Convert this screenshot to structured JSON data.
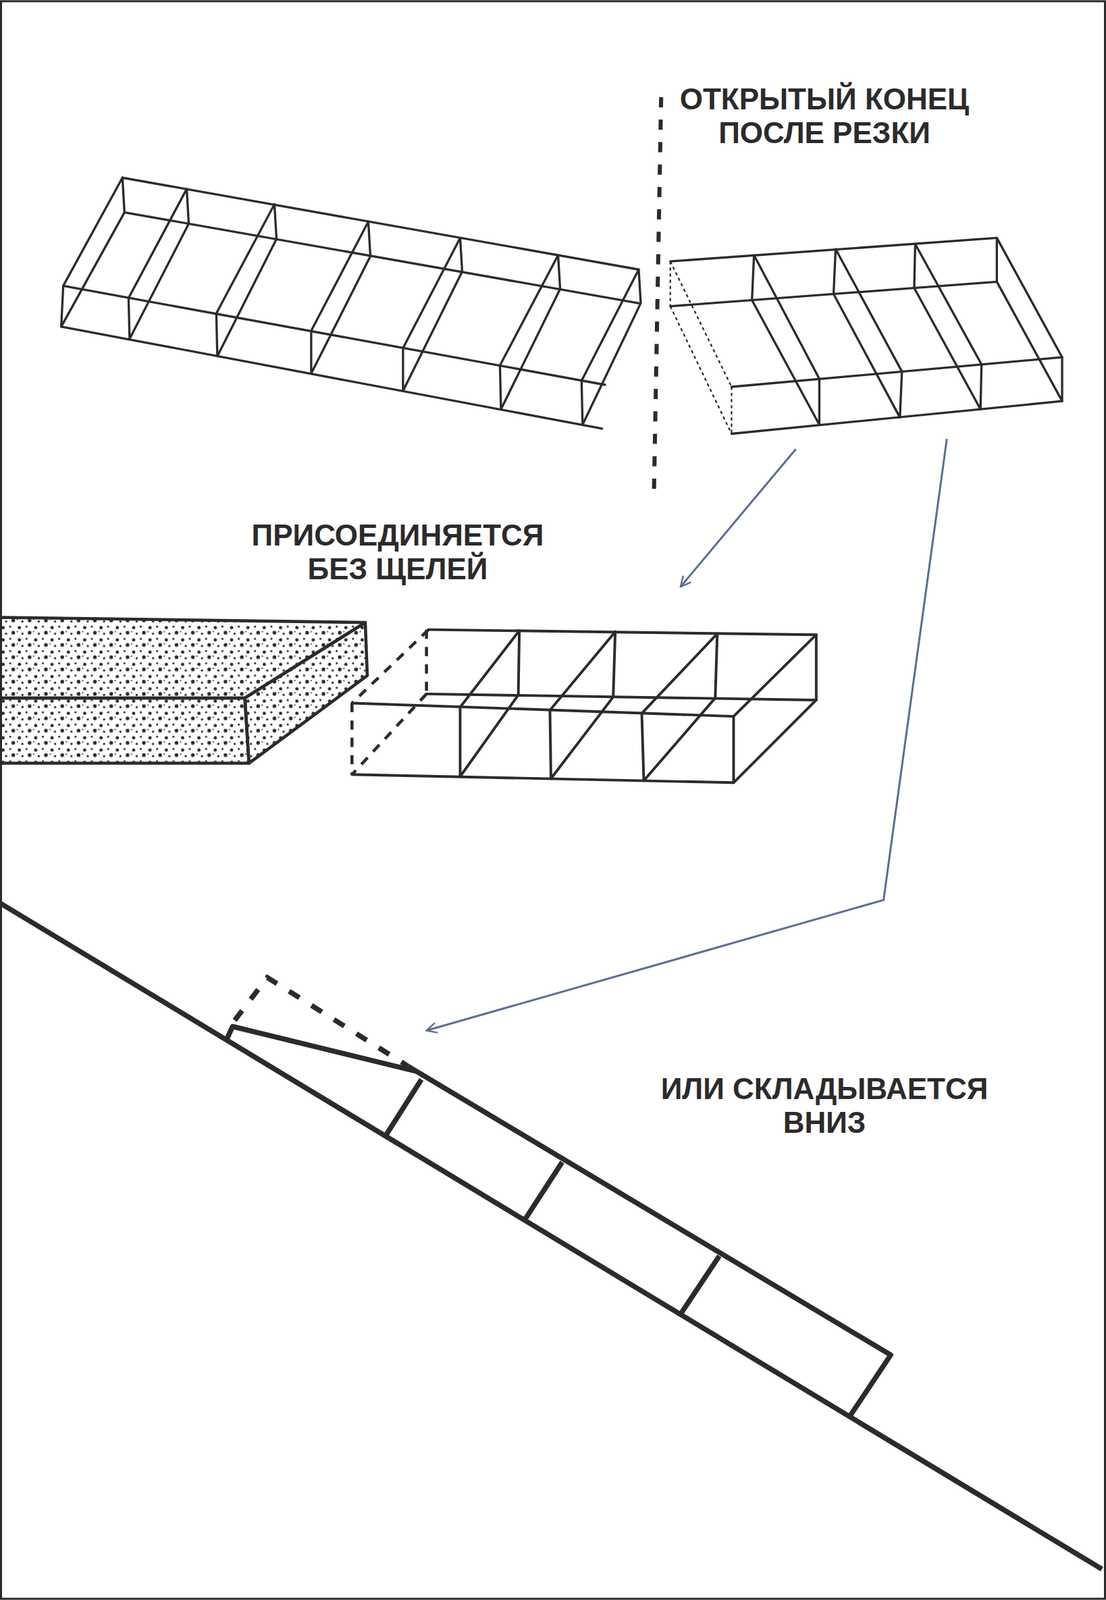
{
  "diagram": {
    "labels": [
      "ОТКРЫТЫЙ КОНЕЦ ПОСЛЕ РЕЗКИ",
      "ПРИСОЕДИНЯЕТСЯ БЕЗ ЩЕЛЕЙ",
      "ИЛИ СКЛАДЫВАЕТСЯ ВНИЗ"
    ]
  }
}
